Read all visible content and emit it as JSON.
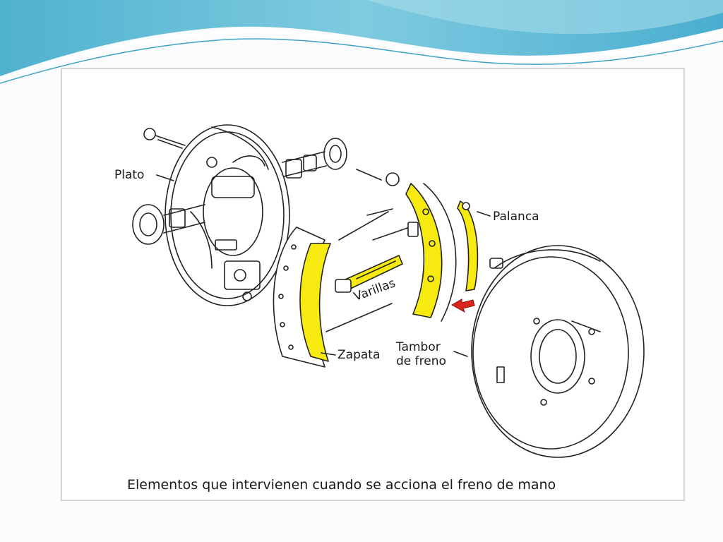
{
  "labels": {
    "plato": "Plato",
    "palanca": "Palanca",
    "varillas": "Varillas",
    "zapata": "Zapata",
    "tambor_line1": "Tambor",
    "tambor_line2": "de freno"
  },
  "caption": "Elementos que intervienen cuando se acciona el freno de mano",
  "colors": {
    "highlight": "#f7ea10",
    "arrow": "#d9251d",
    "header_wave": "#5bb8d4",
    "line": "#222222"
  }
}
